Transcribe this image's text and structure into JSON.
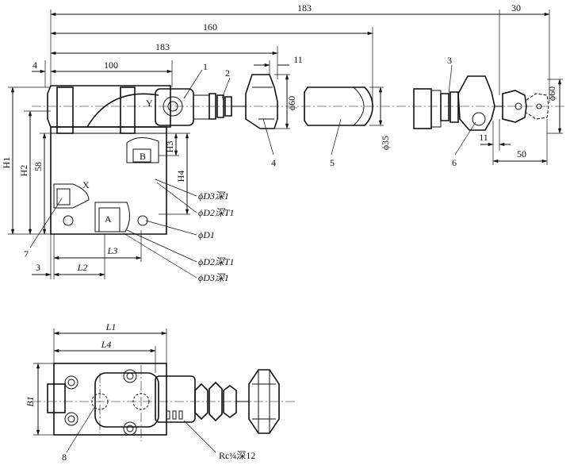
{
  "dimensions": {
    "overall_183_top": "183",
    "right_30": "30",
    "span_160": "160",
    "span_183": "183",
    "left_4": "4",
    "span_100": "100",
    "handle_11": "11",
    "dia_60_handle": "ϕ60",
    "dia_60_key": "ϕ60",
    "dia_35": "ϕ35",
    "key_11": "11",
    "key_50": "50",
    "h1": "H1",
    "h2": "H2",
    "h58": "58",
    "h3": "H3",
    "h4": "H4",
    "left_3": "3",
    "l2": "L2",
    "l3": "L3",
    "l1": "L1",
    "l4": "L4",
    "b1": "B1"
  },
  "callouts": {
    "n1": "1",
    "n2": "2",
    "n3": "3",
    "n4": "4",
    "n5": "5",
    "n6": "6",
    "n7": "7",
    "n8": "8"
  },
  "port_labels": {
    "y": "Y",
    "b": "B",
    "x": "X",
    "a": "A"
  },
  "annotations": {
    "d3_depth1_top": "ϕD3深1",
    "d2_depth_t1_top": "ϕD2深T1",
    "d1": "ϕD1",
    "d2_depth_t1_bottom": "ϕD2深T1",
    "d3_depth1_bottom": "ϕD3深1",
    "rc_thread": "Rc¼深12"
  }
}
